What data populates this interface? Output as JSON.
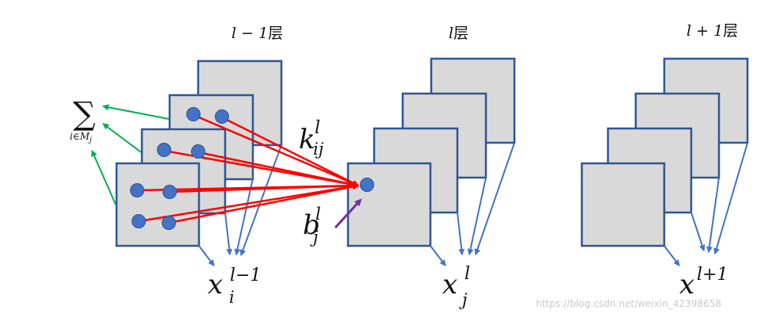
{
  "layers": [
    {
      "title_var": "l − 1",
      "title_suffix": "层",
      "var_base": "x",
      "var_sub": "i",
      "var_sup": "l−1"
    },
    {
      "title_var": "l",
      "title_suffix": "层",
      "var_base": "x",
      "var_sub": "j",
      "var_sup": "l"
    },
    {
      "title_var": "l + 1",
      "title_suffix": "层",
      "var_base": "x",
      "var_sub": "",
      "var_sup": "l+1"
    }
  ],
  "kernel_label": {
    "base": "k",
    "sub": "ij",
    "sup": "l"
  },
  "bias_label": {
    "base": "b",
    "sub": "j",
    "sup": "l"
  },
  "sum_label": {
    "symbol": "∑",
    "subscript": "i∈M",
    "subscript_index": "j"
  },
  "watermark": "https://blog.csdn.net/weixin_42398658",
  "colors": {
    "map_fill": "#d9d9d9",
    "map_stroke": "#2f5597",
    "node": "#4472c4",
    "kernel_arrow": "#ff0000",
    "bias_arrow": "#7030a0",
    "sum_arrow": "#00b050",
    "output_arrow": "#4472c4"
  }
}
